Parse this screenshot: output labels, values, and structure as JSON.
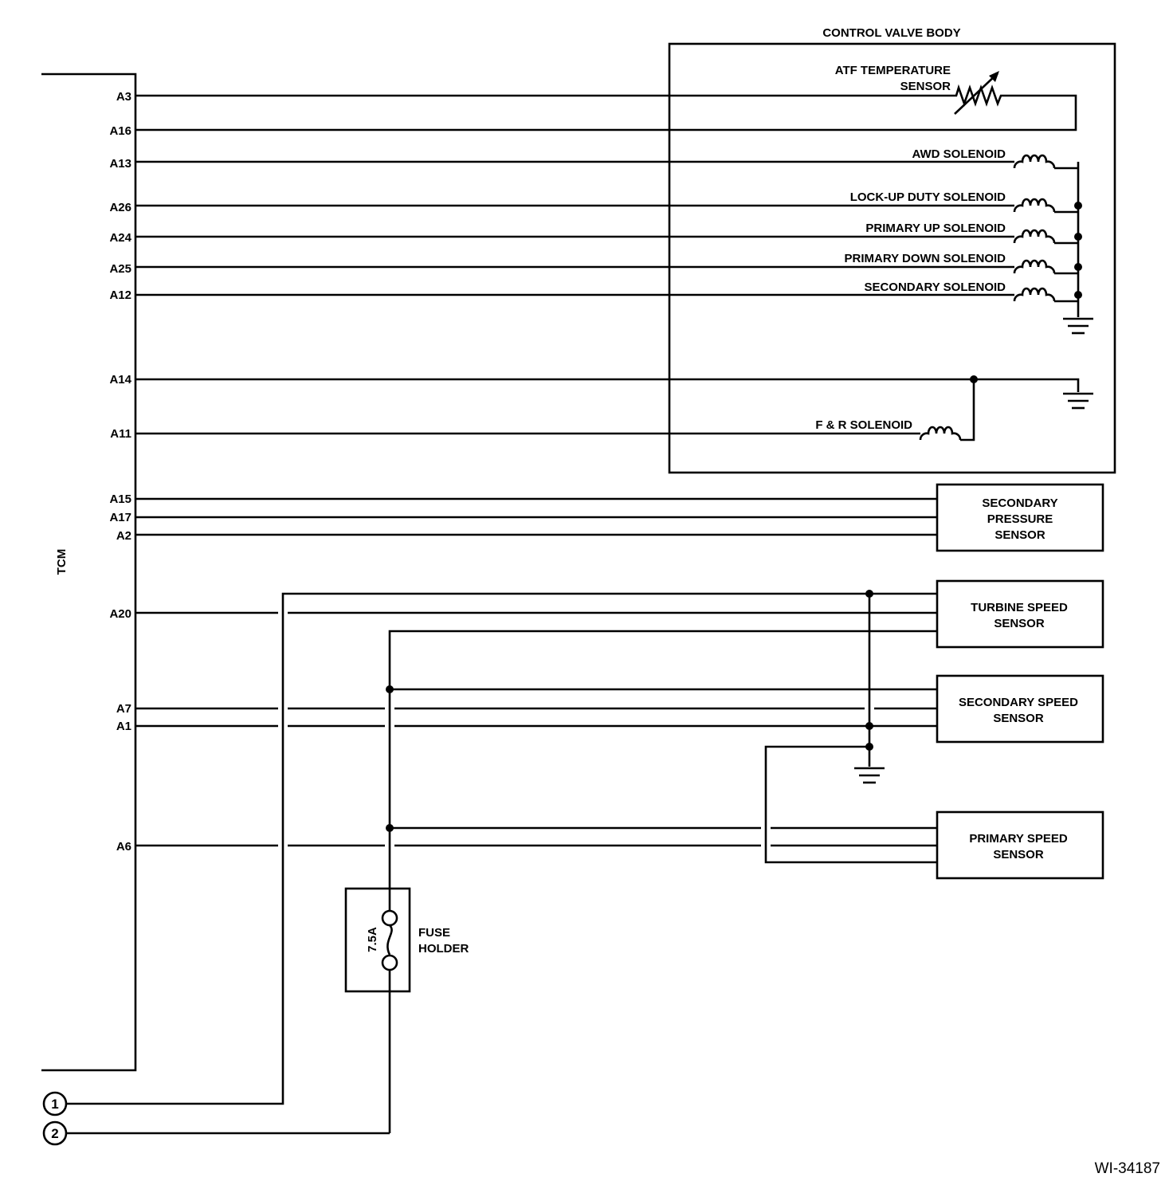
{
  "titles": {
    "control_valve_body": "CONTROL VALVE BODY",
    "tcm": "TCM",
    "figure_id": "WI-34187"
  },
  "pins": {
    "a3": "A3",
    "a16": "A16",
    "a13": "A13",
    "a26": "A26",
    "a24": "A24",
    "a25": "A25",
    "a12": "A12",
    "a14": "A14",
    "a11": "A11",
    "a15": "A15",
    "a17": "A17",
    "a2": "A2",
    "a20": "A20",
    "a7": "A7",
    "a1": "A1",
    "a6": "A6"
  },
  "components": {
    "atf_temp_sensor": [
      "ATF TEMPERATURE",
      "SENSOR"
    ],
    "awd_solenoid": "AWD SOLENOID",
    "lockup_duty_solenoid": "LOCK-UP DUTY SOLENOID",
    "primary_up_solenoid": "PRIMARY UP SOLENOID",
    "primary_down_solenoid": "PRIMARY DOWN SOLENOID",
    "secondary_solenoid": "SECONDARY SOLENOID",
    "fr_solenoid": "F & R SOLENOID",
    "secondary_pressure_sensor": [
      "SECONDARY",
      "PRESSURE",
      "SENSOR"
    ],
    "turbine_speed_sensor": [
      "TURBINE SPEED",
      "SENSOR"
    ],
    "secondary_speed_sensor": [
      "SECONDARY SPEED",
      "SENSOR"
    ],
    "primary_speed_sensor": [
      "PRIMARY SPEED",
      "SENSOR"
    ],
    "fuse_holder": [
      "FUSE",
      "HOLDER"
    ],
    "fuse_rating": "7.5A"
  },
  "connectors": {
    "c1": "1",
    "c2": "2"
  }
}
